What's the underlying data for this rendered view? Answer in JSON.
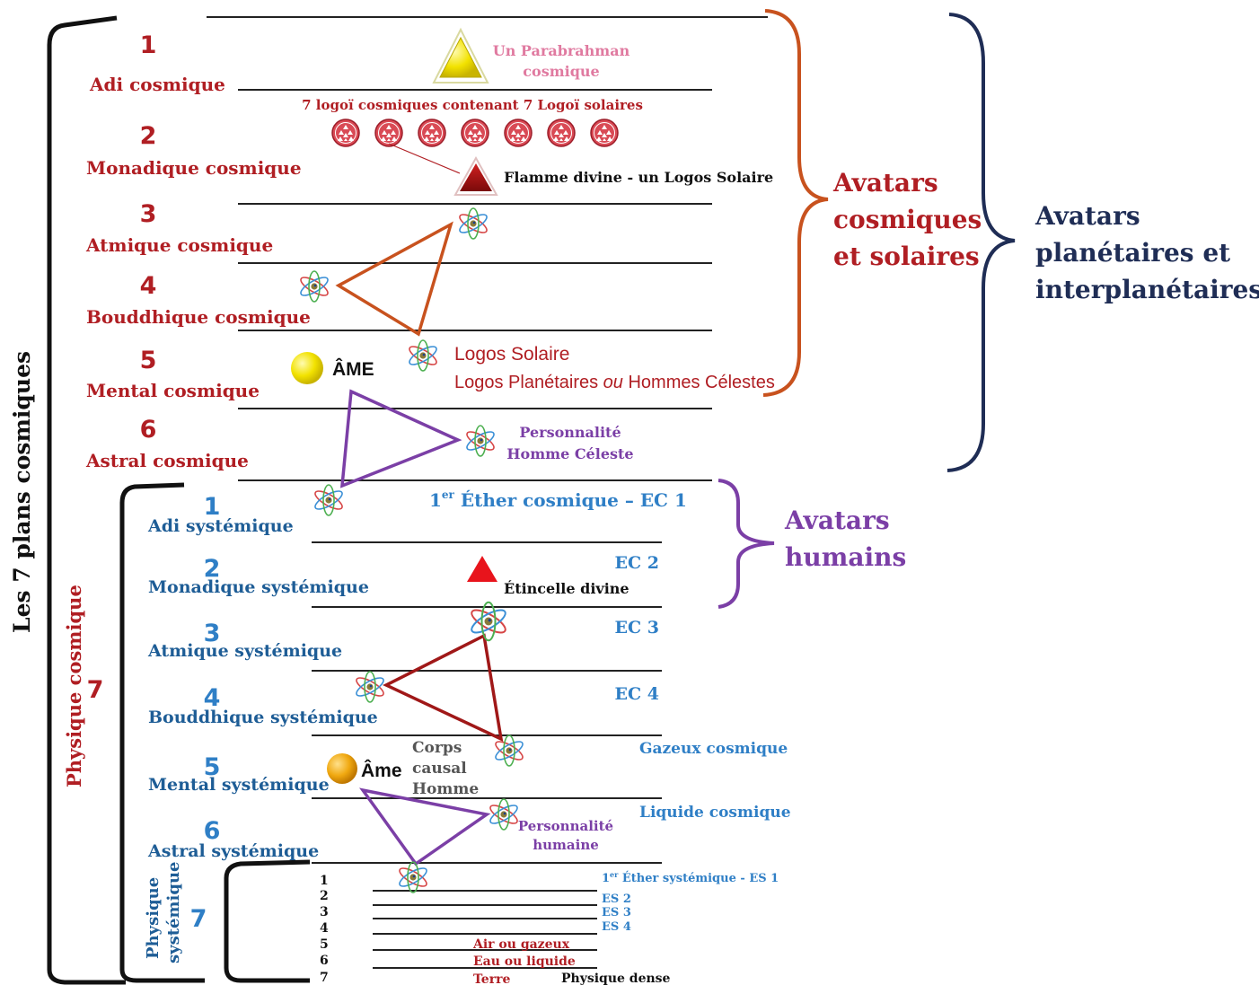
{
  "colors": {
    "cosmic_red": "#b01e23",
    "systemic_blue": "#2f7fc6",
    "systemic_label": "#1e5d96",
    "navy": "#1f2d55",
    "orange_brace": "#c8521e",
    "purple": "#7b3fa6",
    "pink": "#e07aa0",
    "gray": "#555555"
  },
  "left_title": "Les 7 plans cosmiques",
  "cosmic_planes": [
    {
      "num": "1",
      "label": "Adi cosmique"
    },
    {
      "num": "2",
      "label": "Monadique cosmique"
    },
    {
      "num": "3",
      "label": "Atmique cosmique"
    },
    {
      "num": "4",
      "label": "Bouddhique cosmique"
    },
    {
      "num": "5",
      "label": "Mental cosmique"
    },
    {
      "num": "6",
      "label": "Astral cosmique"
    }
  ],
  "physique_cosmique": {
    "num": "7",
    "label": "Physique cosmique"
  },
  "systemic_planes": [
    {
      "num": "1",
      "label": "Adi systémique"
    },
    {
      "num": "2",
      "label": "Monadique systémique"
    },
    {
      "num": "3",
      "label": "Atmique systémique"
    },
    {
      "num": "4",
      "label": "Bouddhique systémique"
    },
    {
      "num": "5",
      "label": "Mental systémique"
    },
    {
      "num": "6",
      "label": "Astral systémique"
    }
  ],
  "physique_systemique": {
    "num": "7",
    "label_line1": "Physique",
    "label_line2": "systémique"
  },
  "sub_levels": [
    "1",
    "2",
    "3",
    "4",
    "5",
    "6",
    "7"
  ],
  "annotations": {
    "parabrahman_1": "Un Parabrahman",
    "parabrahman_2": "cosmique",
    "logoi": "7 logoï cosmiques contenant 7 Logoï solaires",
    "flamme": "Flamme divine - un Logos Solaire",
    "ame_cosmique": "ÂME",
    "logos_solaire": "Logos Solaire",
    "logos_planetaires_a": "Logos Planétaires ",
    "logos_planetaires_ou": "ou",
    "logos_planetaires_b": " Hommes Célestes",
    "personnalite_cosmique_1": "Personnalité",
    "personnalite_cosmique_2": "Homme Céleste",
    "ether_cosmique_sup": "er",
    "ether_cosmique_pre": "1",
    "ether_cosmique": " Éther cosmique – EC 1",
    "ec2": "EC 2",
    "etincelle": "Étincelle divine",
    "ec3": "EC 3",
    "ec4": "EC 4",
    "corps": "Corps",
    "causal": "causal",
    "homme": "Homme",
    "ame_systemique": "Âme",
    "gazeux": "Gazeux cosmique",
    "liquide": "Liquide cosmique",
    "personnalite_humaine_1": "Personnalité",
    "personnalite_humaine_2": "humaine",
    "ether_systemique_pre": "1",
    "ether_systemique_sup": "er",
    "ether_systemique": " Éther systémique - ES 1",
    "es2": "ES 2",
    "es3": "ES 3",
    "es4": "ES 4",
    "air": "Air ou gazeux",
    "eau": "Eau ou liquide",
    "terre": "Terre",
    "physique_dense": "Physique dense"
  },
  "braces": {
    "cosmiques_solaires": [
      "Avatars",
      "cosmiques",
      "et solaires"
    ],
    "planetaires": [
      "Avatars",
      "planétaires et",
      "interplanétaires"
    ],
    "humains": [
      "Avatars",
      "humains"
    ]
  }
}
